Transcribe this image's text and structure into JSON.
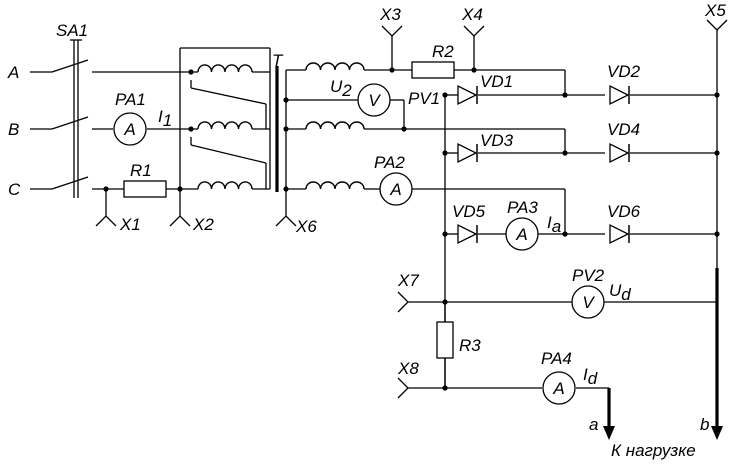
{
  "phases": {
    "a": "A",
    "b": "B",
    "c": "C"
  },
  "switch": {
    "label": "SA1"
  },
  "transformer": {
    "label": "T"
  },
  "terminals": {
    "x1": "X1",
    "x2": "X2",
    "x3": "X3",
    "x4": "X4",
    "x5": "X5",
    "x6": "X6",
    "x7": "X7",
    "x8": "X8"
  },
  "resistors": {
    "r1": "R1",
    "r2": "R2",
    "r3": "R3"
  },
  "meters": {
    "pa1": {
      "label": "PA1",
      "symbol": "A",
      "quantity": "I",
      "sub": "1"
    },
    "pv1": {
      "label": "PV1",
      "symbol": "V",
      "quantity": "U",
      "sub": "2"
    },
    "pa2": {
      "label": "PA2",
      "symbol": "A"
    },
    "pa3": {
      "label": "PA3",
      "symbol": "A",
      "quantity": "I",
      "sub": "a"
    },
    "pv2": {
      "label": "PV2",
      "symbol": "V",
      "quantity": "U",
      "sub": "d"
    },
    "pa4": {
      "label": "PA4",
      "symbol": "A",
      "quantity": "I",
      "sub": "d"
    }
  },
  "diodes": {
    "vd1": "VD1",
    "vd2": "VD2",
    "vd3": "VD3",
    "vd4": "VD4",
    "vd5": "VD5",
    "vd6": "VD6"
  },
  "load": {
    "out_a": "a",
    "out_b": "b",
    "caption": "К нагрузке"
  }
}
